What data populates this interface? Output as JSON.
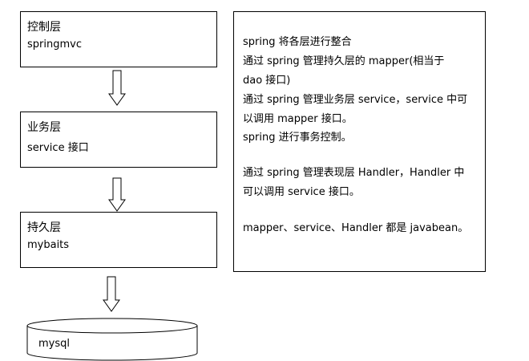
{
  "layers": [
    {
      "title": "控制层",
      "subtitle": "springmvc"
    },
    {
      "title": "业务层",
      "subtitle": "service 接口"
    },
    {
      "title": "持久层",
      "subtitle": "mybaits"
    }
  ],
  "database": {
    "label": "mysql"
  },
  "notes": {
    "lines": [
      "spring 将各层进行整合",
      "通过 spring 管理持久层的 mapper(相当于",
      "dao 接口)",
      "通过 spring 管理业务层 service，service 中可",
      "以调用 mapper 接口。",
      "spring 进行事务控制。",
      "",
      "通过 spring 管理表现层 Handler，Handler 中",
      "可以调用 service 接口。",
      "",
      "mapper、service、Handler 都是 javabean。"
    ]
  }
}
